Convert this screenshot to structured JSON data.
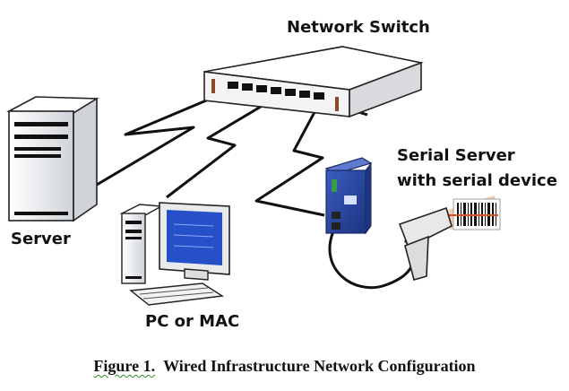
{
  "labels": {
    "switch": "Network Switch",
    "serial_line1": "Serial Server",
    "serial_line2": "with serial device",
    "server": "Server",
    "pc": "PC or MAC"
  },
  "caption": {
    "figure": "Figure 1.",
    "text": "Wired Infrastructure Network Configuration"
  },
  "colors": {
    "serial_server_body": "#2a4aa8",
    "monitor_screen": "#2550c8",
    "barcode_beam": "#d9532a",
    "cable": "#111111"
  }
}
